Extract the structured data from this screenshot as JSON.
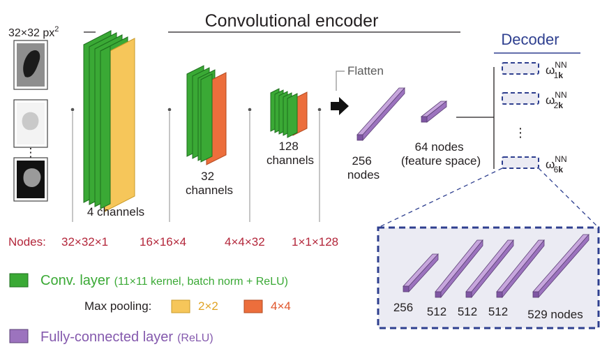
{
  "input": {
    "size_label": "32×32 px",
    "size_sup": "2",
    "ellipsis": "⋮"
  },
  "encoder": {
    "title": "Convolutional encoder",
    "blocks": [
      {
        "label_lines": [
          "4 channels"
        ]
      },
      {
        "label_lines": [
          "32",
          "channels"
        ]
      },
      {
        "label_lines": [
          "128",
          "channels"
        ]
      }
    ],
    "flatten_label": "Flatten",
    "fc_256_lines": [
      "256",
      "nodes"
    ],
    "fc_64_lines": [
      "64 nodes",
      "(feature space)"
    ]
  },
  "nodes": {
    "prefix": "Nodes:",
    "values": [
      "32×32×1",
      "16×16×4",
      "4×4×32",
      "1×1×128"
    ]
  },
  "decoder": {
    "title": "Decoder",
    "outputs": [
      {
        "base": "ω",
        "sup": "NN",
        "sub_num": "1",
        "sub_k": "k"
      },
      {
        "base": "ω",
        "sup": "NN",
        "sub_num": "2",
        "sub_k": "k"
      },
      {
        "base": "ω",
        "sup": "NN",
        "sub_num": "6",
        "sub_k": "k"
      }
    ],
    "ellipsis": "⋮",
    "detail_layers": [
      "256",
      "512",
      "512",
      "512",
      "529 nodes"
    ]
  },
  "legend": {
    "conv_label": "Conv. layer",
    "conv_detail": "(11×11 kernel, batch norm + ReLU)",
    "pool_label": "Max pooling:",
    "pool_2": "2×2",
    "pool_4": "4×4",
    "fc_label": "Fully-connected layer",
    "fc_detail": "(ReLU)"
  },
  "colors": {
    "conv": "#3aa935",
    "pool2": "#f6c65a",
    "pool4": "#ec6e3c",
    "fc": "#9c73be",
    "node_text": "#b3263a",
    "decoder": "#2e3f8f"
  }
}
